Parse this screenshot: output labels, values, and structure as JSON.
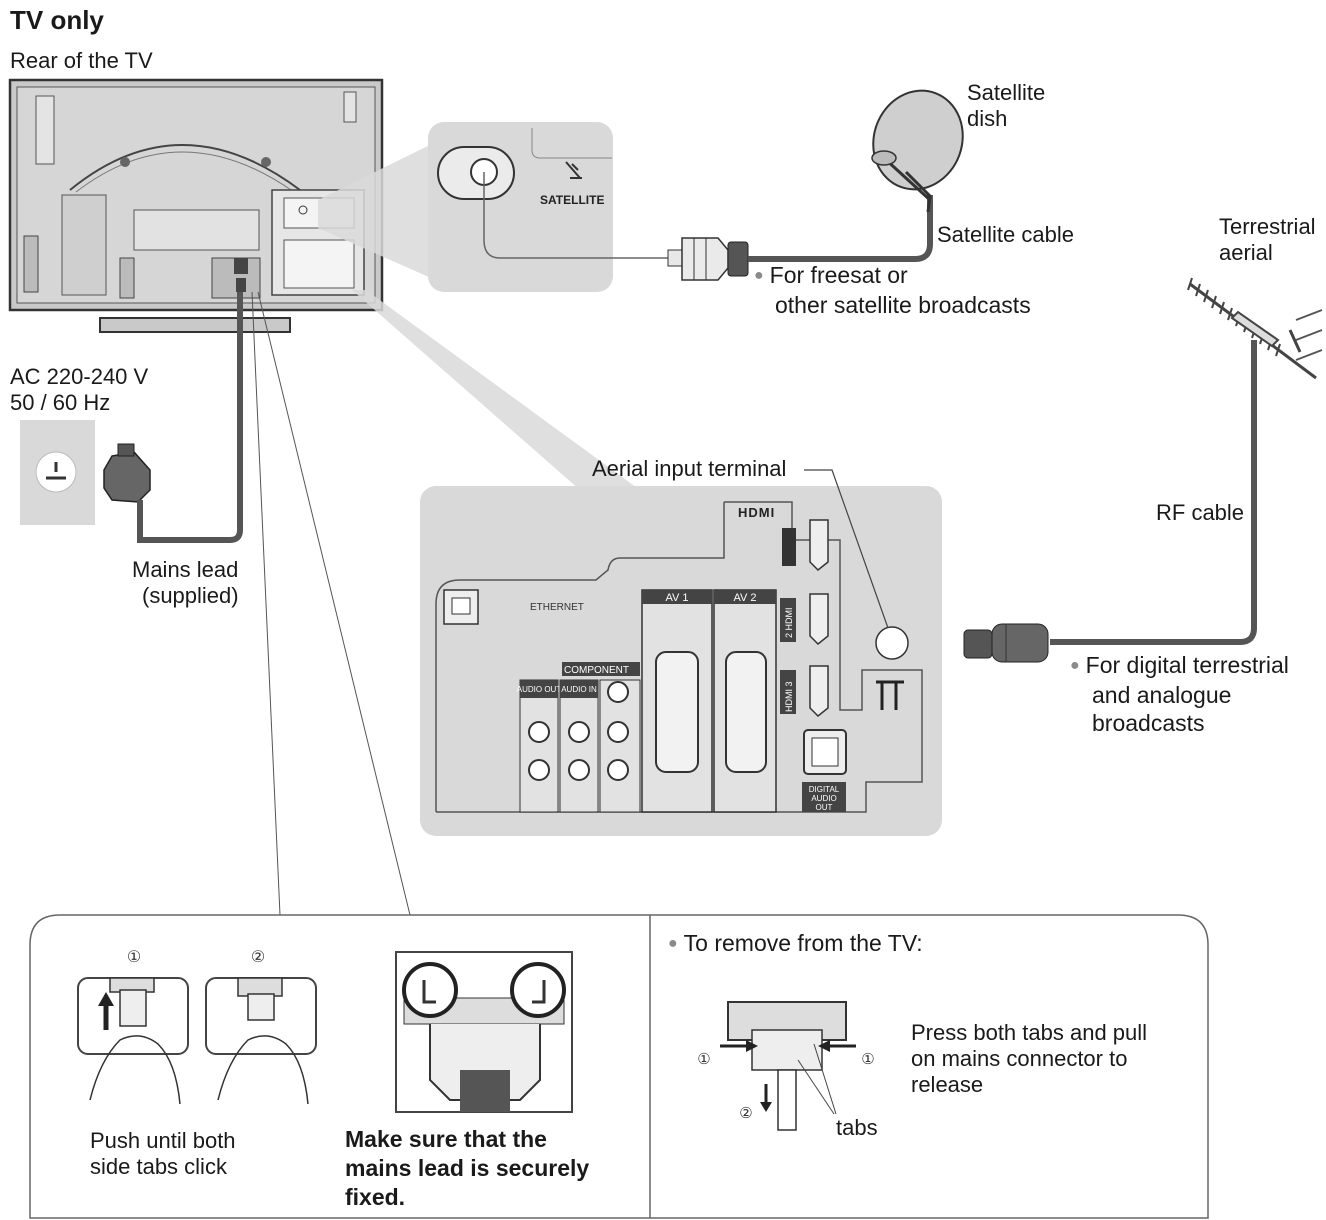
{
  "page": {
    "title": "TV only",
    "subtitle": "Rear of the TV"
  },
  "labels": {
    "satellite_dish": [
      "Satellite",
      "dish"
    ],
    "satellite_cable": "Satellite cable",
    "freesat_note": [
      "For freesat or",
      "other satellite broadcasts"
    ],
    "terrestrial_aerial": [
      "Terrestrial",
      "aerial"
    ],
    "rf_cable": "RF cable",
    "digital_note": [
      "For digital terrestrial",
      "and analogue",
      "broadcasts"
    ],
    "aerial_input": "Aerial input terminal",
    "ac_power": [
      "AC 220-240 V",
      "50 / 60 Hz"
    ],
    "mains_lead": [
      "Mains lead",
      "(supplied)"
    ]
  },
  "panel_labels": {
    "satellite": "SATELLITE",
    "hdmi": "HDMI",
    "ethernet": "ETHERNET",
    "av1": "AV 1",
    "av2": "AV 2",
    "component": "COMPONENT",
    "audio_out": "AUDIO OUT",
    "audio_in": "AUDIO IN",
    "hdmi2": "2 HDMI",
    "hdmi3": "HDMI 3",
    "digital_audio_out": [
      "DIGITAL",
      "AUDIO",
      "OUT"
    ]
  },
  "bottom": {
    "step1": "①",
    "step2": "②",
    "push_text": [
      "Push until both",
      "side tabs click"
    ],
    "secure_text": [
      "Make sure that the",
      "mains lead is securely",
      "fixed."
    ],
    "remove_title": "To remove from the TV:",
    "remove_text": [
      "Press both tabs and pull",
      "on mains connector to",
      "release"
    ],
    "tabs": "tabs"
  },
  "icons": [
    "satellite-dish-icon",
    "aerial-icon",
    "wall-socket-icon",
    "plug-icon",
    "f-connector-icon",
    "rf-plug-icon",
    "hand-icon"
  ]
}
